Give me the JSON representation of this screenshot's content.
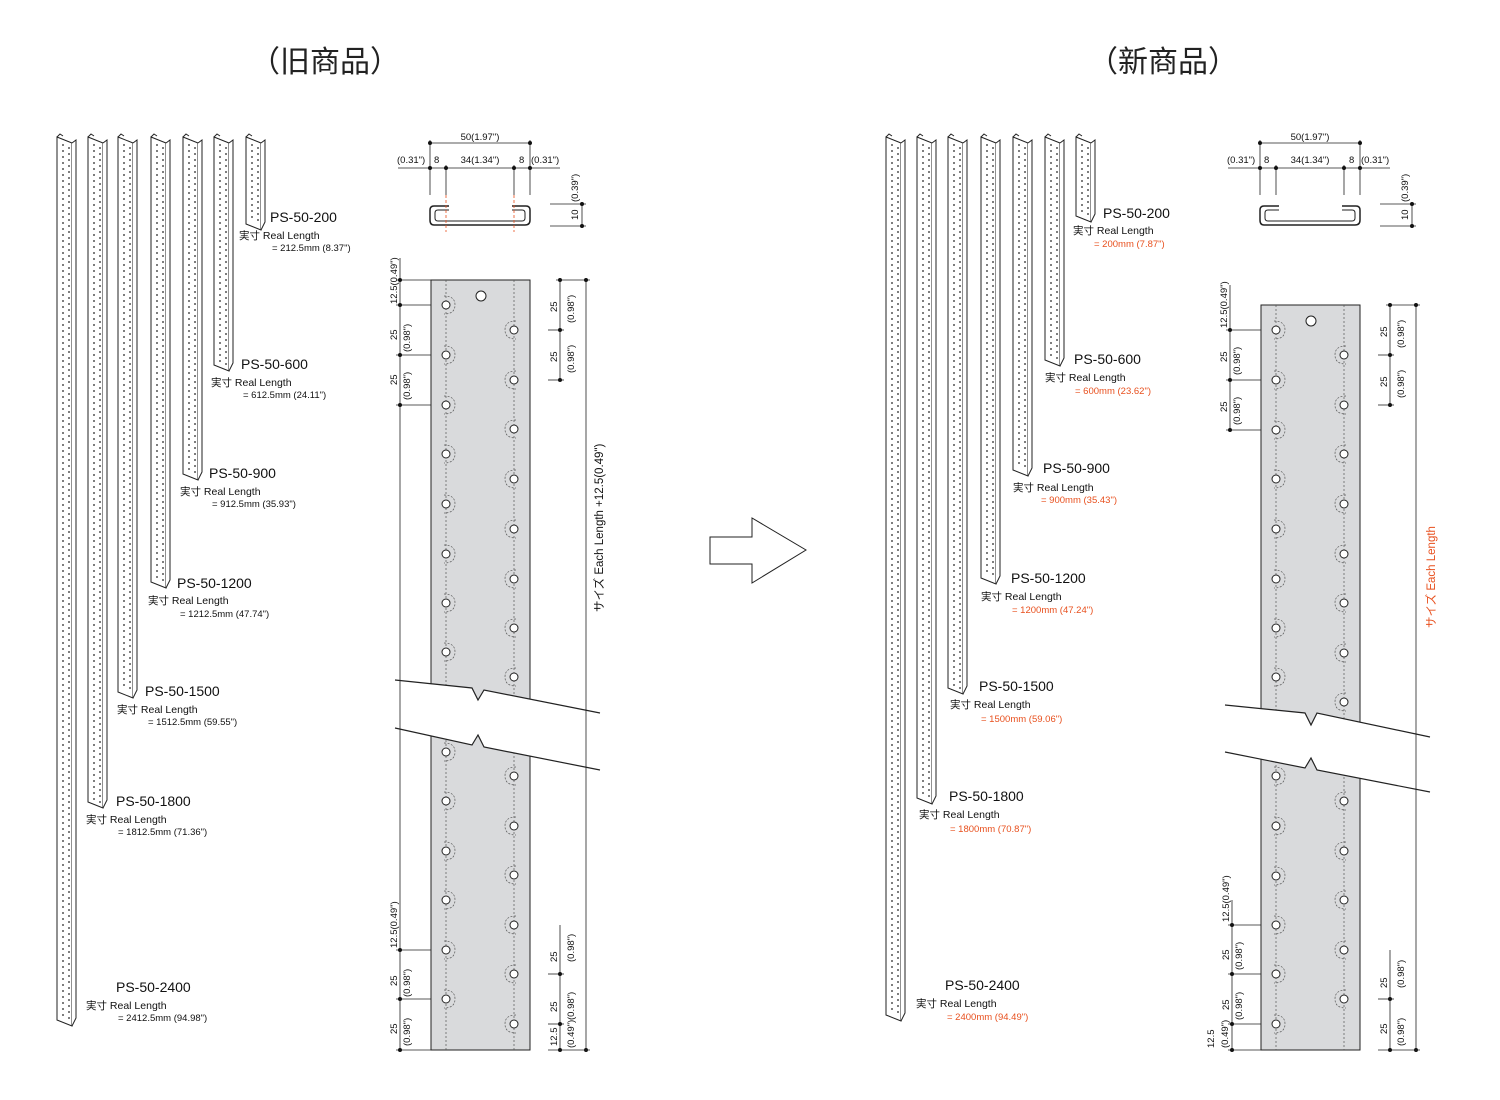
{
  "old": {
    "heading": "（旧商品）",
    "products": [
      {
        "code": "PS-50-200",
        "label": "実寸  Real Length",
        "value": "= 212.5mm (8.37\")"
      },
      {
        "code": "PS-50-600",
        "label": "実寸  Real Length",
        "value": "= 612.5mm (24.11\")"
      },
      {
        "code": "PS-50-900",
        "label": "実寸  Real Length",
        "value": "= 912.5mm (35.93\")"
      },
      {
        "code": "PS-50-1200",
        "label": "実寸  Real Length",
        "value": "= 1212.5mm (47.74\")"
      },
      {
        "code": "PS-50-1500",
        "label": "実寸  Real Length",
        "value": "= 1512.5mm (59.55\")"
      },
      {
        "code": "PS-50-1800",
        "label": "実寸  Real Length",
        "value": "= 1812.5mm (71.36\")"
      },
      {
        "code": "PS-50-2400",
        "label": "実寸  Real Length",
        "value": "= 2412.5mm (94.98\")"
      }
    ],
    "length_label": "サイズ Each Length +12.5(0.49\")",
    "dims": {
      "d_12_5_top": "12.5(0.49\")",
      "d_25": "25",
      "d_098": "(0.98\")",
      "d_12_5": "12.5",
      "d_049": "(0.49\")"
    }
  },
  "new": {
    "heading": "（新商品）",
    "products": [
      {
        "code": "PS-50-200",
        "label": "実寸  Real Length",
        "value": "= 200mm (7.87\")"
      },
      {
        "code": "PS-50-600",
        "label": "実寸  Real Length",
        "value": "= 600mm  (23.62\")"
      },
      {
        "code": "PS-50-900",
        "label": "実寸  Real Length",
        "value": "= 900mm (35.43\")"
      },
      {
        "code": "PS-50-1200",
        "label": "実寸  Real Length",
        "value": "= 1200mm (47.24\")"
      },
      {
        "code": "PS-50-1500",
        "label": "実寸  Real Length",
        "value": "= 1500mm (59.06\")"
      },
      {
        "code": "PS-50-1800",
        "label": "実寸  Real Length",
        "value": "= 1800mm (70.87\")"
      },
      {
        "code": "PS-50-2400",
        "label": "実寸  Real Length",
        "value": "= 2400mm (94.49\")"
      }
    ],
    "length_label": "サイズ  Each Length",
    "dims": {
      "d_12_5_top": "12.5(0.49\")",
      "d_25": "25",
      "d_098": "(0.98\")",
      "d_12_5": "12.5",
      "d_049": "(0.49\")"
    }
  },
  "section": {
    "width_total": "50(1.97\")",
    "width_inner": "34(1.34\")",
    "flange": "8",
    "flange_in": "(0.31\")",
    "height": "10",
    "height_in": "(0.39\")"
  },
  "colors": {
    "accent": "#e8501e",
    "strip_fill": "#d9dadc"
  }
}
